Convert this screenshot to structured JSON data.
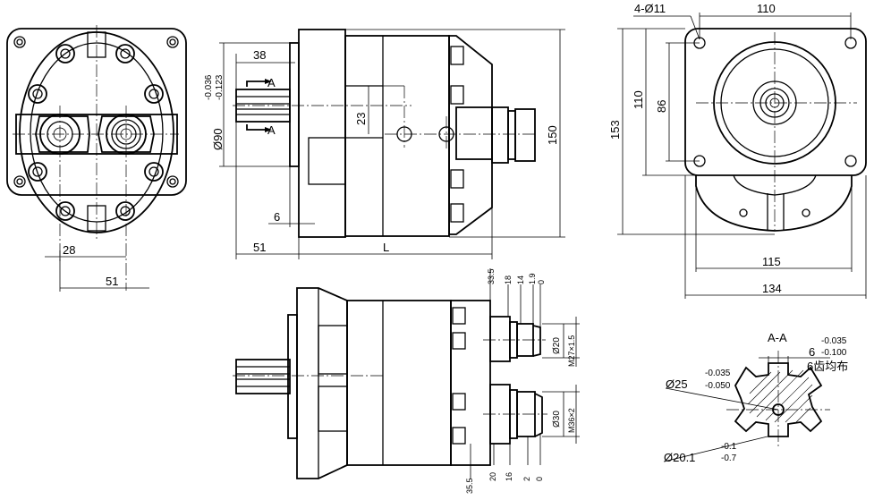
{
  "front_view": {
    "dim_28": "28",
    "dim_51": "51"
  },
  "side_view": {
    "dim_38": "38",
    "tol_upper": "-0.036",
    "tol_lower": "-0.123",
    "dia_90": "Ø90",
    "section_mark": "A",
    "dim_23": "23",
    "dim_6": "6",
    "dim_51": "51",
    "dim_L": "L",
    "dim_150": "150"
  },
  "flange_view": {
    "holes": "4-Ø11",
    "dim_110_top": "110",
    "dim_110_left": "110",
    "dim_86": "86",
    "dim_153": "153",
    "dim_115": "115",
    "dim_134": "134"
  },
  "bottom_view": {
    "dim_33_5": "33.5",
    "dim_18": "18",
    "dim_14": "14",
    "dim_1_9": "1.9",
    "dim_0_top": "0",
    "dia_20": "Ø20",
    "thread_m27": "M27×1.5",
    "dia_30": "Ø30",
    "thread_m36": "M36×2",
    "dim_35_5": "35.5",
    "dim_20": "20",
    "dim_16": "16",
    "dim_2": "2",
    "dim_0_bot": "0"
  },
  "section_view": {
    "title": "A-A",
    "key_width": "6",
    "key_tol_upper": "-0.035",
    "key_tol_lower": "-0.100",
    "spline_note": "6齿均布",
    "dia_25": "Ø25",
    "dia_25_tol_upper": "-0.035",
    "dia_25_tol_lower": "-0.050",
    "dia_20_1": "Ø20.1",
    "dia_20_1_tol_upper": "-0.1",
    "dia_20_1_tol_lower": "-0.7"
  }
}
